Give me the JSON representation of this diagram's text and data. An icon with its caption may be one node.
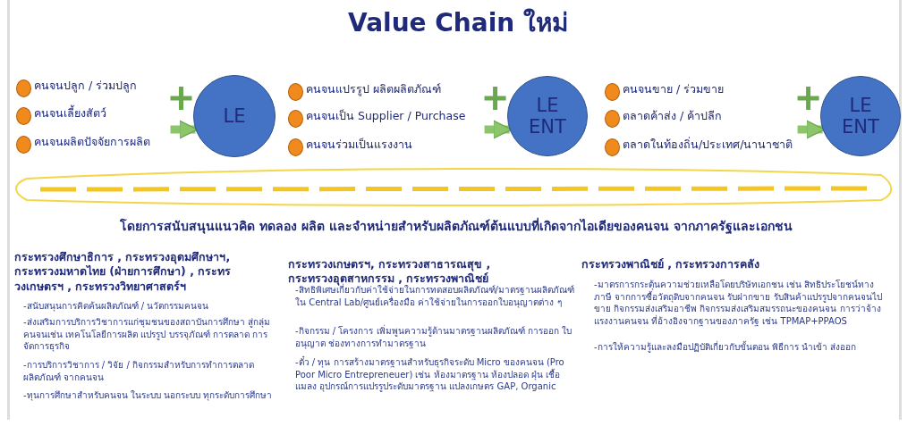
{
  "diagram": {
    "title": "Value Chain ใหม่",
    "nodes": [
      {
        "text": [
          "LE"
        ]
      },
      {
        "text": [
          "LE ENT"
        ]
      },
      {
        "text": [
          "LE ENT"
        ]
      }
    ],
    "edges": [
      {
        "from": null,
        "to": 0,
        "arrow": "to"
      },
      {
        "from": null,
        "to": 1,
        "arrow": "to"
      },
      {
        "from": null,
        "to": 2,
        "arrow": "to"
      }
    ],
    "labels": [
      "คนจนปลูก / ร่วมปลูก",
      "คนจนเลี้ยงสัตว์",
      "คนจนผลิตปัจจัยการผลิต",
      "คนจนแปรรูป ผลิตผลิตภัณฑ์",
      "คนจนเป็น Supplier / Purchase",
      "คนจนร่วมเป็นแรงงาน",
      "คนจนขาย / ร่วมขาย",
      "ตลาดค้าส่ง / ค้าปลีก",
      "ตลาดในท้องถิ่น/ประเทศ/นานาชาติ",
      "โดยการสนับสนุนแนวคิด ทดลอง ผลิต และจำหน่ายสำหรับผลิตภัณฑ์ต้นแบบที่เกิดจากไอเดียของคนจน จากภาครัฐและเอกชน",
      "กระทรวงศึกษาธิการ , กระทรวงอุดมศึกษาฯ, กระทรวงมหาดไทย (ฝ่ายการศึกษา) , กระทรวงเกษตรฯ , กระทรวงวิทยาศาสตร์ฯ",
      "-สนับสนุนการคิดค้นผลิตภัณฑ์ / นวัตกรรมคนจน",
      "-ส่งเสริมการบริการวิชาการแก่ชุมชนของสถาบันการศึกษา สู่กลุ่มคนจนเช่น เทคโนโลยีการผลิต แปรรูป บรรจุภัณฑ์ การตลาด การจัดการธุรกิจ",
      "-การบริการวิชาการ / วิจัย / กิจกรรมสำหรับการทำการตลาด ผลิตภัณฑ์ จากคนจน",
      "-ทุนการศึกษาสำหรับคนจน ในระบบ นอกระบบ ทุกระดับการศึกษา",
      "กระทรวงเกษตรฯ, กระทรวงสาธารณสุข , กระทรวงอุตสาหกรรม , กระทรวงพาณิชย์",
      "-สิทธิพิเศษเกี่ยวกับค่าใช้จ่ายในการทดสอบผลิตภัณฑ์/มาตรฐานผลิตภัณฑ์ ใน Central Lab/ศูนย์เครื่องมือ ค่าใช้จ่ายในการออกใบอนุญาตต่าง ๆ",
      "-กิจกรรม / โครงการ เพิ่มพูนความรู้ด้านมาตรฐานผลิตภัณฑ์ การออก ใบอนุญาต ช่องทางการทำมาตรฐาน",
      "-ตั๋ว / ทุน การสร้างมาตรฐานสำหรับธุรกิจระดับ Micro ของคนจน (Pro Poor Micro Entrepreneuer) เช่น ห้องมาตรฐาน ห้องปลอด ฝุ่น เชื้อ แมลง อุปกรณ์การแปรรูประดับมาตรฐาน แปลงเกษตร GAP, Organic",
      "กระทรวงพาณิชย์ , กระทรวงการคลัง",
      "-มาตรการกระตุ้นความช่วยเหลือโดยบริษัทเอกชน เช่น สิทธิประโยชน์ทางภาษี จากการซื้อวัตถุดิบจากคนจน รับฝากขาย รับสินค้าแปรรูปจากคนจนไปขาย กิจกรรมส่งเสริมอาชีพ กิจกรรมส่งเสริมสมรรถนะของคนจน การว่าจ้าง แรงงานคนจน ที่อ้างอิงจากฐานของภาครัฐ เช่น TPMAP+PPAOS",
      "-การให้ความรู้และลงมือปฏิบัติเกี่ยวกับขั้นตอน พิธีการ นำเข้า ส่งออก"
    ]
  }
}
